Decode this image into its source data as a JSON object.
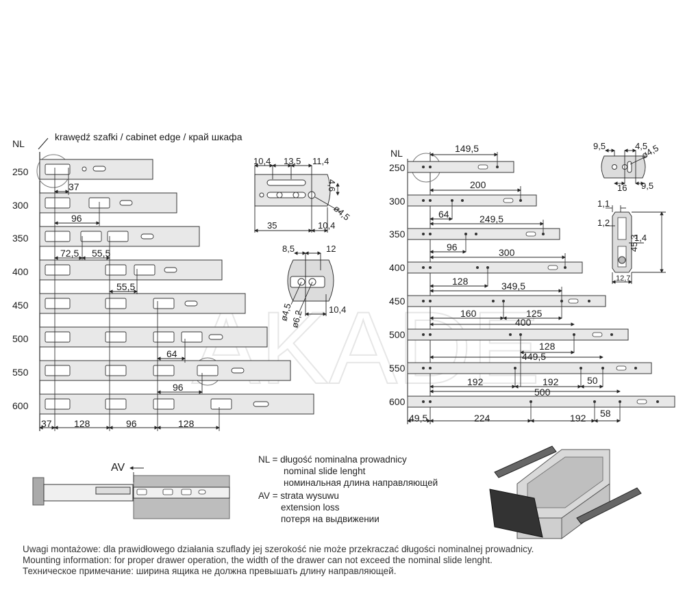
{
  "left_diagram": {
    "nl_header": "NL",
    "edge_label": "krawędź szafki / cabinet edge / край шкафа",
    "nl_values": [
      "250",
      "300",
      "350",
      "400",
      "450",
      "500",
      "550",
      "600"
    ],
    "dims": {
      "d37_top": "37",
      "d96_a": "96",
      "d72_5": "72,5",
      "d55_5_a": "55,5",
      "d55_5_b": "55,5",
      "d64": "64",
      "d96_b": "96",
      "d37_bottom": "37",
      "d128_a": "128",
      "d96_bottom": "96",
      "d128_b": "128"
    }
  },
  "detail_front": {
    "d10_4_top": "10,4",
    "d13_5": "13,5",
    "d11_4": "11,4",
    "d4_6": "4,6",
    "d_phi4_5": "ø4,5",
    "d35": "35",
    "d10_4_bottom": "10,4"
  },
  "detail_round": {
    "d8_5": "8,5",
    "d12": "12",
    "d_phi4_5": "ø4,5",
    "d_phi6_2": "ø6,2",
    "d10_4": "10,4"
  },
  "right_diagram": {
    "nl_header": "NL",
    "nl_values": [
      "250",
      "300",
      "350",
      "400",
      "450",
      "500",
      "550",
      "600"
    ],
    "dims": {
      "d149_5": "149,5",
      "d200": "200",
      "d64": "64",
      "d249_5": "249,5",
      "d96": "96",
      "d300": "300",
      "d128_a": "128",
      "d349_5": "349,5",
      "d160": "160",
      "d125": "125",
      "d400": "400",
      "d128_b": "128",
      "d449_5": "449,5",
      "d192_a": "192",
      "d192_b": "192",
      "d50": "50",
      "d500": "500",
      "d49_5": "49,5",
      "d224": "224",
      "d192_c": "192",
      "d58": "58"
    }
  },
  "detail_top_right": {
    "d9_5_a": "9,5",
    "d4_5": "4,5",
    "d_phi4_5": "ø4,5",
    "d16": "16",
    "d9_5_b": "9,5"
  },
  "profile_detail": {
    "d1_1": "1,1",
    "d1_2": "1,2",
    "d1_4": "1,4",
    "d45_3": "45,3",
    "d12_7": "12,7"
  },
  "av_label": "AV",
  "legend": {
    "nl_line1": "NL = długość nominalna prowadnicy",
    "nl_line2": "nominal slide lenght",
    "nl_line3": "номинальная длина направляющей",
    "av_line1": "AV = strata wysuwu",
    "av_line2": "extension loss",
    "av_line3": "потеря на выдвижении"
  },
  "notes": {
    "pl": "Uwagi montażowe: dla prawidłowego działania szuflady jej szerokość nie może przekraczać długości nominalnej prowadnicy.",
    "en": "Mounting information: for proper drawer operation, the width of the drawer can not exceed the nominal slide lenght.",
    "ru": "Техническое примечание: ширина ящика не должна превышать длину направляющей."
  }
}
